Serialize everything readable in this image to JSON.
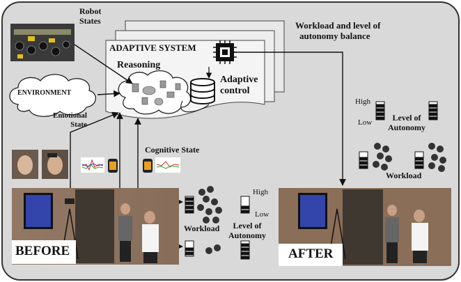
{
  "labels": {
    "robot_states": [
      "Robot",
      "States"
    ],
    "adaptive_system": "ADAPTIVE SYSTEM",
    "reasoning": "Reasoning",
    "adaptive_control": [
      "Adaptive",
      "control"
    ],
    "environment": "ENVIRONMENT",
    "emotional_state": [
      "Emotional",
      "State"
    ],
    "cognitive_state": "Cognitive State",
    "workload_balance": [
      "Workload and level of",
      "autonomy balance"
    ],
    "high": "High",
    "low": "Low",
    "level_of_autonomy": [
      "Level of",
      "Autonomy"
    ],
    "workload": "Workload",
    "before": "BEFORE",
    "after": "AFTER"
  },
  "colors": {
    "panel_bg": "#d9d9d9",
    "frame_border": "#333333",
    "arrow": "#111111"
  },
  "icons": [
    "robot-platforms-photo",
    "cloud-icon",
    "processor-chip-icon",
    "database-icon",
    "smartwatch-icon",
    "signal-plot-icon",
    "robot-swarm-icon",
    "autonomy-gauge-icon",
    "face-photo"
  ]
}
